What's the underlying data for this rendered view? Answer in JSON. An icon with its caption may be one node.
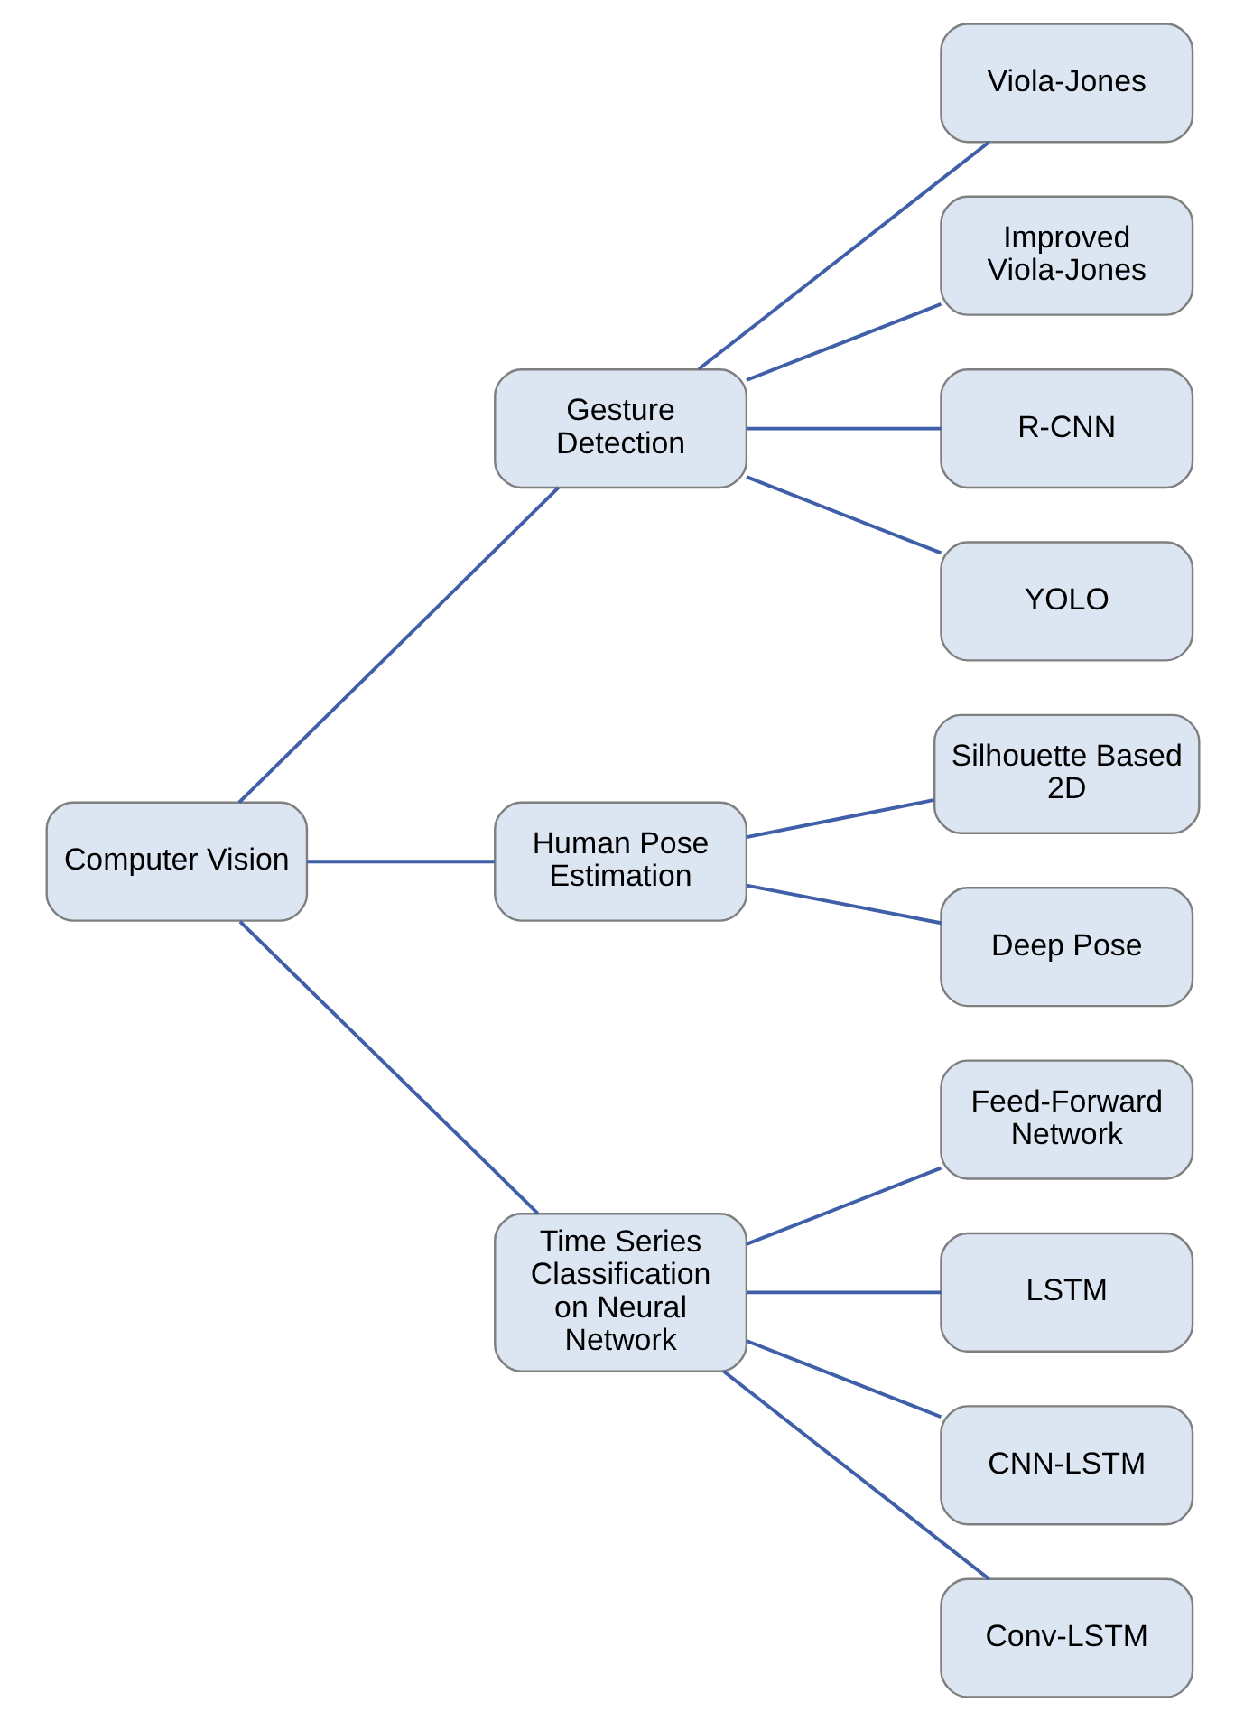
{
  "diagram": {
    "nodes": [
      {
        "text": [
          "Computer Vision"
        ]
      },
      {
        "text": [
          "Gesture Detection"
        ]
      },
      {
        "text": [
          "Human Pose Estimation"
        ]
      },
      {
        "text": [
          "Time Series Classification on Neural Network"
        ]
      },
      {
        "text": [
          "Viola-Jones"
        ]
      },
      {
        "text": [
          "Improved Viola-Jones"
        ]
      },
      {
        "text": [
          "R-CNN"
        ]
      },
      {
        "text": [
          "YOLO"
        ]
      },
      {
        "text": [
          "Silhouette Based 2D"
        ]
      },
      {
        "text": [
          "Deep Pose"
        ]
      },
      {
        "text": [
          "Feed-Forward Network"
        ]
      },
      {
        "text": [
          "LSTM"
        ]
      },
      {
        "text": [
          "CNN-LSTM"
        ]
      },
      {
        "text": [
          "Conv-LSTM"
        ]
      }
    ],
    "edges": [
      {
        "from": 0,
        "to": 1,
        "arrow": "none"
      },
      {
        "from": 0,
        "to": 2,
        "arrow": "none"
      },
      {
        "from": 0,
        "to": 3,
        "arrow": "none"
      },
      {
        "from": 1,
        "to": 4,
        "arrow": "none"
      },
      {
        "from": 1,
        "to": 5,
        "arrow": "none"
      },
      {
        "from": 1,
        "to": 6,
        "arrow": "none"
      },
      {
        "from": 1,
        "to": 7,
        "arrow": "none"
      },
      {
        "from": 2,
        "to": 8,
        "arrow": "none"
      },
      {
        "from": 2,
        "to": 9,
        "arrow": "none"
      },
      {
        "from": 3,
        "to": 10,
        "arrow": "none"
      },
      {
        "from": 3,
        "to": 11,
        "arrow": "none"
      },
      {
        "from": 3,
        "to": 12,
        "arrow": "none"
      },
      {
        "from": 3,
        "to": 13,
        "arrow": "none"
      }
    ]
  }
}
